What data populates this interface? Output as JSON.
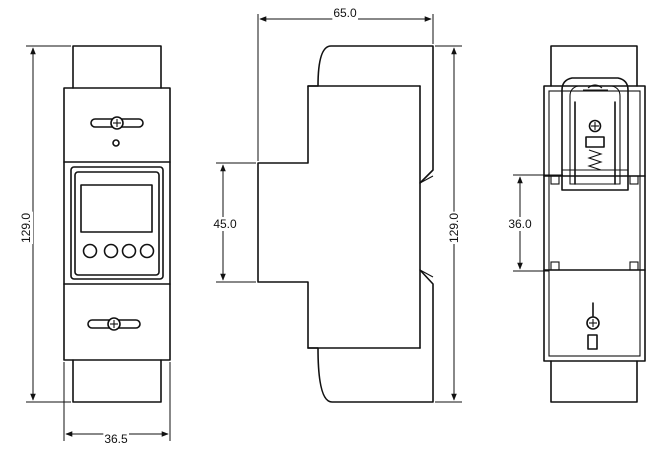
{
  "front_view": {
    "height_label": "129.0",
    "width_label": "36.5"
  },
  "side_view": {
    "depth_label": "65.0",
    "height_label": "129.0",
    "inner_height_label": "45.0"
  },
  "back_view": {
    "rail_label": "36.0"
  },
  "colors": {
    "line": "#111111",
    "background": "#ffffff"
  }
}
